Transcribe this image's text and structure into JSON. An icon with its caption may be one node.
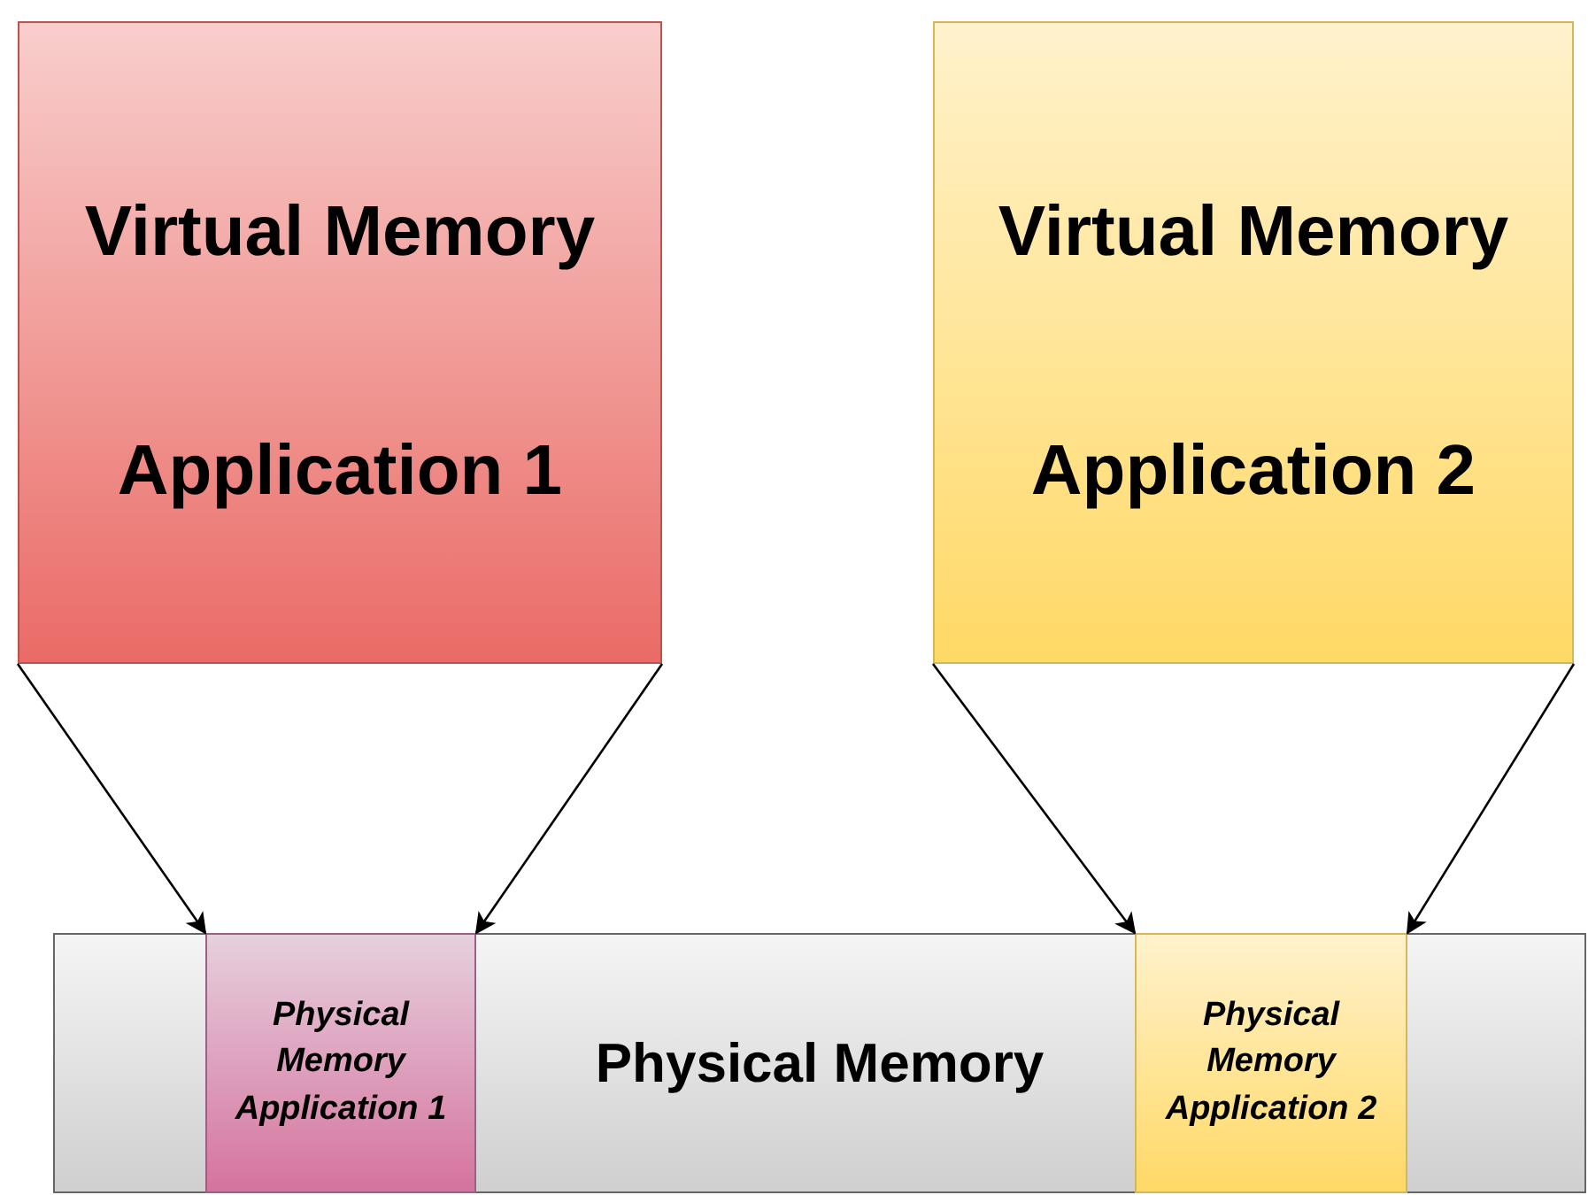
{
  "diagram": {
    "nodes": [
      {
        "text": [
          "Virtual Memory",
          "Application 1"
        ]
      },
      {
        "text": [
          "Virtual Memory",
          "Application 2"
        ]
      },
      {
        "text": [
          "Physical Memory"
        ]
      },
      {
        "text": [
          "Physical Memory Application 1"
        ],
        "in": 2
      },
      {
        "text": [
          "Physical Memory Application 2"
        ],
        "in": 2
      }
    ],
    "edges": [
      {
        "from": 0,
        "to": 3,
        "arrow": "to"
      },
      {
        "from": 0,
        "to": 3,
        "arrow": "to"
      },
      {
        "from": 1,
        "to": 4,
        "arrow": "to"
      },
      {
        "from": 1,
        "to": 4,
        "arrow": "to"
      }
    ]
  }
}
